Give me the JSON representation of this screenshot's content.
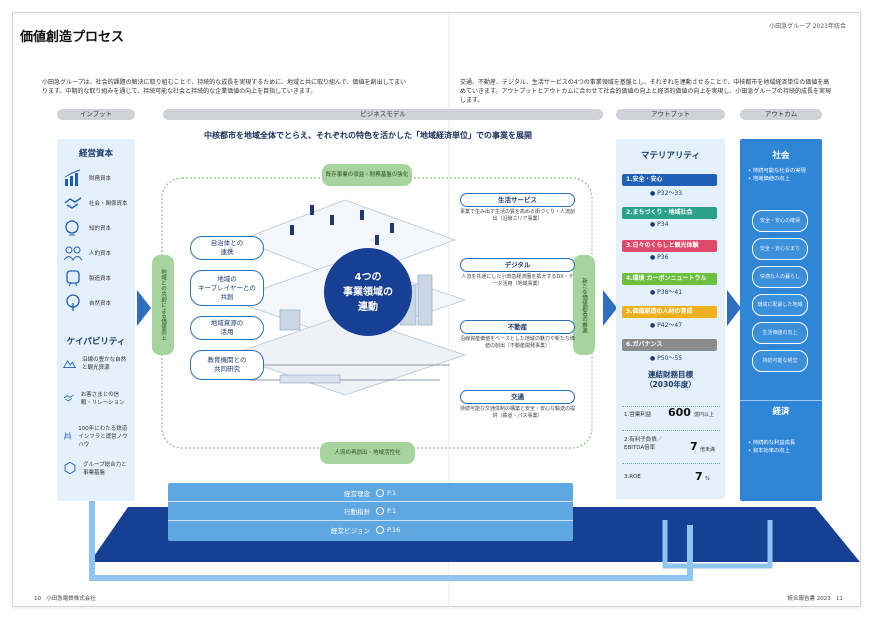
{
  "header": {
    "right_text": "小田急グループ 2023年統合"
  },
  "page": {
    "title": "価値創造プロセス"
  },
  "intro": {
    "left": "小田急グループは、社会的課題の解決に取り組むことで、持続的な成長を実現するために、地域と共に取り組んで、価値を創出してまいります。中期的な取り組みを通じて、持続可能な社会と持続的な企業価値の向上を目指していきます。",
    "right": "交通、不動産、デジタル、生活サービスの4つの事業領域を基盤とし、それぞれを連動させることで、中核都市を地域経済単位の価値を高めていきます。アウトプットとアウトカムに合わせて社会的価値の向上と経済的価値の向上を実現し、小田急グループの持続的成長を実現します。"
  },
  "sections": {
    "input": "インプット",
    "business": "ビジネスモデル",
    "output": "アウトプット",
    "outcome": "アウトカム"
  },
  "input": {
    "management_title": "経営資本",
    "management_items": [
      {
        "icon": "bar-chart-icon",
        "label": "財務資本"
      },
      {
        "icon": "handshake-icon",
        "label": "社会・関係資本"
      },
      {
        "icon": "leaf-head-icon",
        "label": "知的資本"
      },
      {
        "icon": "people-icon",
        "label": "人的資本"
      },
      {
        "icon": "train-icon",
        "label": "製造資本"
      },
      {
        "icon": "tree-icon",
        "label": "自然資本"
      }
    ],
    "capability_title": "ケイパビリティ",
    "capability_items": [
      {
        "icon": "mountain-icon",
        "label": "沿線の豊かな自然と観光資源"
      },
      {
        "icon": "handshake-icon",
        "label": "お客さまとの信頼・リレーション"
      },
      {
        "icon": "rail-icon",
        "label": "100年にわたる鉄道インフラと運営ノウハウ"
      },
      {
        "icon": "badge-icon",
        "label": "グループ総合力と事業基盤"
      }
    ]
  },
  "business": {
    "title": "中核都市を地域全体でとらえ、それぞれの特色を活かした「地域経済単位」での事業を展開",
    "top_pill": "既存事業の収益・財務基盤の強化",
    "bottom_pill": "人流の再創出・地域活性化",
    "left_v": "地域との共創による価値向上",
    "right_v": "新たな価値創造の推進",
    "center": "4つの\n事業領域の\n連動",
    "partners": [
      "自治体との\n連携",
      "地域の\nキープレイヤーとの\n共創",
      "地域資源の\n活用",
      "教育機関との\n共同研究"
    ],
    "areas": [
      {
        "name": "生活サービス",
        "desc": "事業で生み出す生活の質を高める街づくり・人流創出（沿線エリア事業）"
      },
      {
        "name": "デジタル",
        "desc": "人流を共通にした小田急経済圏を拡大するDX・データ活用（地域事業）"
      },
      {
        "name": "不動産",
        "desc": "沿線資産価値をベースとした地域の魅力や新たな価値の創出（不動産開発事業）"
      },
      {
        "name": "交通",
        "desc": "持続可能な交通体制の構築と安全・安心な輸送の提供（鉄道・バス事業）"
      }
    ]
  },
  "output": {
    "materiality_title": "マテリアリティ",
    "materiality": [
      {
        "label": "1.安全・安心",
        "page": "P32～33",
        "color": "#1f5fb8"
      },
      {
        "label": "2.まちづくり・地域社会",
        "page": "P34",
        "color": "#2aa28a"
      },
      {
        "label": "3.日々のくらしと観光体験",
        "page": "P36",
        "color": "#e04a6a"
      },
      {
        "label": "4.環境 カーボンニュートラル",
        "page": "P38～41",
        "color": "#6cbf3f"
      },
      {
        "label": "5.価値創造の人材の育成",
        "page": "P42～47",
        "color": "#f2b01e"
      },
      {
        "label": "6.ガバナンス",
        "page": "P50～55",
        "color": "#8b8b8b"
      }
    ],
    "kpi_title": "連結財務目標\n（2030年度）",
    "kpis": [
      {
        "label": "1.営業利益",
        "value": "600",
        "unit": "億円以上"
      },
      {
        "label": "2.有利子負債／\nEBITDA倍率",
        "value": "7",
        "unit": "倍未満"
      },
      {
        "label": "3.ROE",
        "value": "7",
        "unit": "%"
      }
    ]
  },
  "outcome": {
    "social_title": "社会",
    "social_bullets": [
      "持続可能な社会の実現",
      "地域価値の向上"
    ],
    "social_ovals": [
      "安全・安心の確保",
      "安全・安心なまち",
      "快適な人の暮らし",
      "環境に配慮した地域",
      "生活価値の向上",
      "持続可能な経営"
    ],
    "economic_title": "経済",
    "economic_bullets": [
      "持続的な利益成長",
      "資本効率の向上"
    ]
  },
  "philosophy": [
    {
      "label": "経営理念",
      "page": "P.1"
    },
    {
      "label": "行動指針",
      "page": "P.1"
    },
    {
      "label": "経営ビジョン",
      "page": "P.16"
    }
  ],
  "footer": {
    "left_page": "10",
    "left_text": "小田急電鉄株式会社",
    "right_text": "統合報告書 2023",
    "right_page": "11"
  },
  "colors": {
    "navy": "#173f94",
    "sky": "#e4f0fb",
    "outcome": "#2f86d6",
    "green": "#a7d49d"
  }
}
